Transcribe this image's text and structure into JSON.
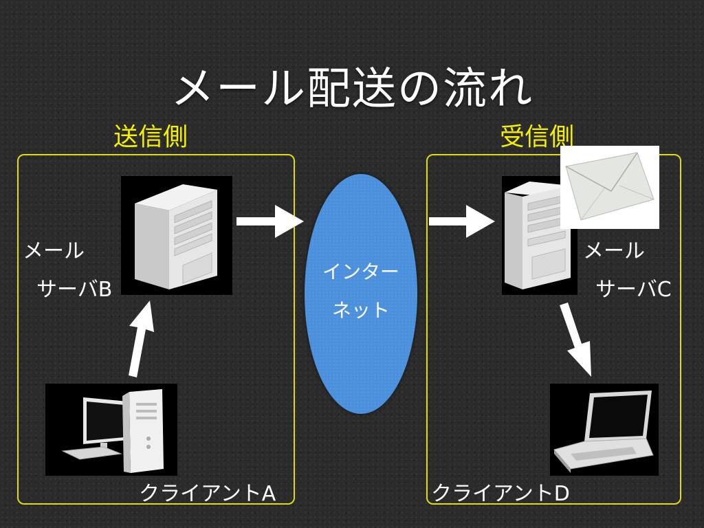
{
  "title": "メール配送の流れ",
  "sender": {
    "heading": "送信側",
    "server_line1": "メール",
    "server_line2": "サーバB",
    "client_label": "クライアントA"
  },
  "receiver": {
    "heading": "受信側",
    "server_line1": "メール",
    "server_line2": "サーバC",
    "client_label": "クライアントD"
  },
  "internet": {
    "line1": "インター",
    "line2": "ネット"
  },
  "colors": {
    "heading": "#f5f000",
    "panel_border": "#e0dc14",
    "internet": "#4b90dd",
    "arrow": "#ffffff"
  },
  "icons": [
    "server-icon",
    "desktop-computer-icon",
    "laptop-icon",
    "envelope-icon",
    "arrow-icon"
  ]
}
